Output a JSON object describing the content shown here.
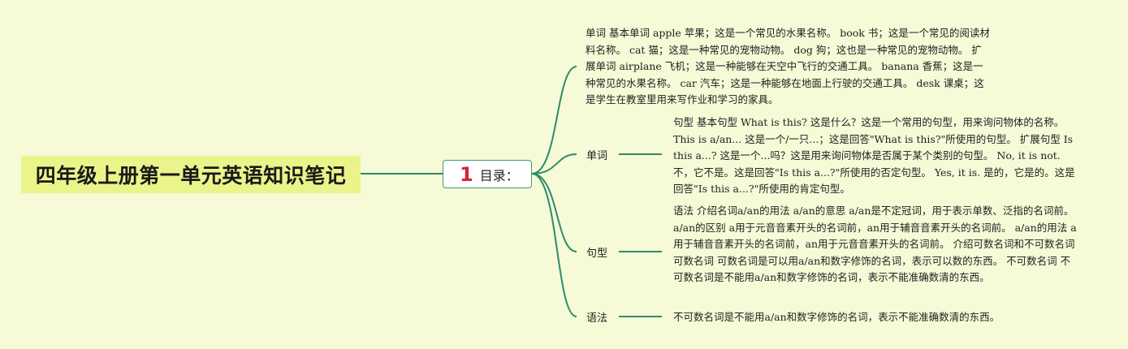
{
  "root": {
    "title": "四年级上册第一单元英语知识笔记"
  },
  "hub": {
    "number": "1",
    "label": "目录："
  },
  "branches": [
    {
      "label": "单词"
    },
    {
      "label": "句型"
    },
    {
      "label": "语法"
    }
  ],
  "leaves": [
    {
      "text": "单词 基本单词 apple 苹果；这是一个常见的水果名称。 book 书；这是一个常见的阅读材料名称。 cat 猫；这是一种常见的宠物动物。 dog 狗；这也是一种常见的宠物动物。 扩展单词 airplane 飞机；这是一种能够在天空中飞行的交通工具。 banana 香蕉；这是一种常见的水果名称。 car 汽车；这是一种能够在地面上行驶的交通工具。 desk 课桌；这是学生在教室里用来写作业和学习的家具。"
    },
    {
      "text": "句型 基本句型 What is this? 这是什么？这是一个常用的句型，用来询问物体的名称。 This is a/an... 这是一个/一只...；这是回答\"What is this?\"所使用的句型。 扩展句型 Is this a...? 这是一个...吗？这是用来询问物体是否属于某个类别的句型。 No, it is not. 不，它不是。这是回答\"Is this a...?\"所使用的否定句型。 Yes, it is. 是的，它是的。这是回答\"Is this a...?\"所使用的肯定句型。"
    },
    {
      "text": "语法 介绍名词a/an的用法 a/an的意思 a/an是不定冠词，用于表示单数、泛指的名词前。 a/an的区别 a用于元音音素开头的名词前，an用于辅音音素开头的名词前。 a/an的用法 a用于辅音音素开头的名词前，an用于元音音素开头的名词前。 介绍可数名词和不可数名词 可数名词 可数名词是可以用a/an和数字修饰的名词，表示可以数的东西。 不可数名词 不可数名词是不能用a/an和数字修饰的名词，表示不能准确数清的东西。"
    },
    {
      "text": "不可数名词是不能用a/an和数字修饰的名词，表示不能准确数清的东西。"
    }
  ],
  "colors": {
    "background": "#f6fad7",
    "root_fill": "#eaf48a",
    "connector": "#2e8b6a",
    "hub_number": "#d8223a"
  }
}
